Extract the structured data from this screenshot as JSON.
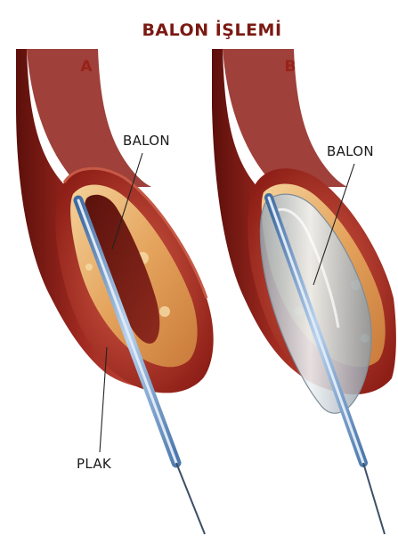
{
  "title": "BALON İŞLEMİ",
  "panels": [
    {
      "letter": "A",
      "balloon_label": "BALON",
      "plaque_label": "PLAK"
    },
    {
      "letter": "B",
      "balloon_label": "BALON"
    }
  ],
  "colors": {
    "vessel_outer": "#8e1f17",
    "vessel_dark": "#5c0f0b",
    "vessel_light": "#c44a3a",
    "plaque": "#e9b070",
    "catheter": "#6f95c4",
    "balloon": "#cdd6dd",
    "title": "#7a1a12",
    "letter": "#c8341d"
  }
}
